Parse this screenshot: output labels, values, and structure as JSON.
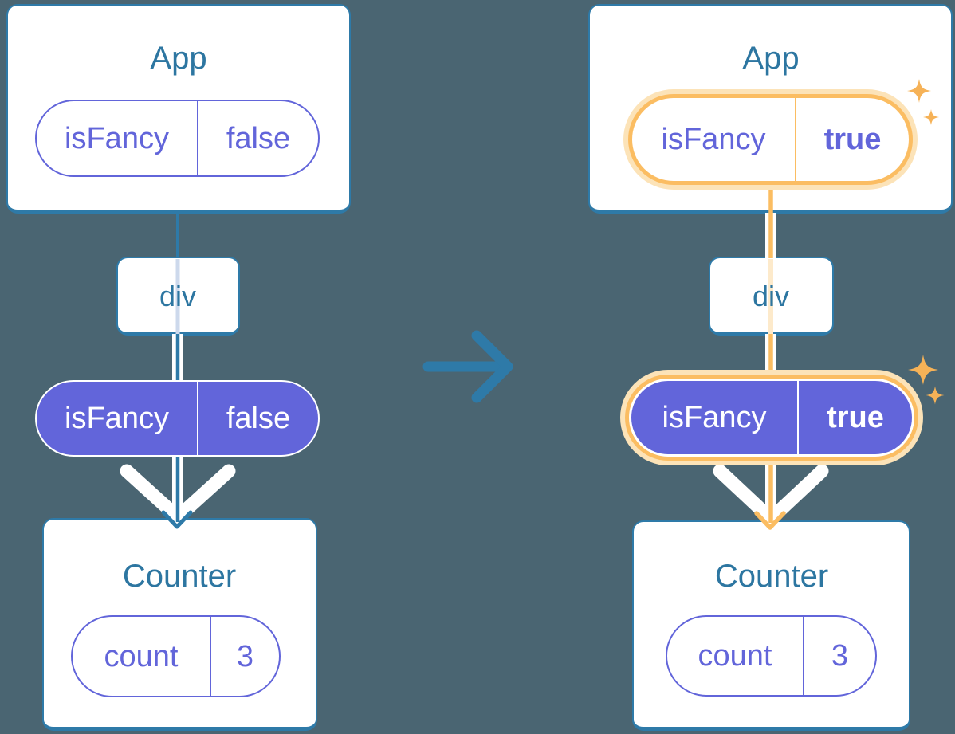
{
  "diagram": {
    "description": "prop passing through component tree, before and after state change"
  },
  "colors": {
    "background": "#4a6572",
    "tree_blue": "#2e7aa8",
    "prop_purple": "#6265da",
    "highlight_orange": "#fbbd62",
    "highlight_halo": "#fce3b8",
    "pipe_white": "#ffffff"
  },
  "left": {
    "app": {
      "title": "App",
      "prop": {
        "name": "isFancy",
        "value": "false"
      }
    },
    "container": {
      "label": "div"
    },
    "passed_prop": {
      "name": "isFancy",
      "value": "false"
    },
    "counter": {
      "title": "Counter",
      "state": {
        "name": "count",
        "value": "3"
      }
    }
  },
  "right": {
    "app": {
      "title": "App",
      "prop": {
        "name": "isFancy",
        "value": "true"
      }
    },
    "container": {
      "label": "div"
    },
    "passed_prop": {
      "name": "isFancy",
      "value": "true"
    },
    "counter": {
      "title": "Counter",
      "state": {
        "name": "count",
        "value": "3"
      }
    }
  }
}
